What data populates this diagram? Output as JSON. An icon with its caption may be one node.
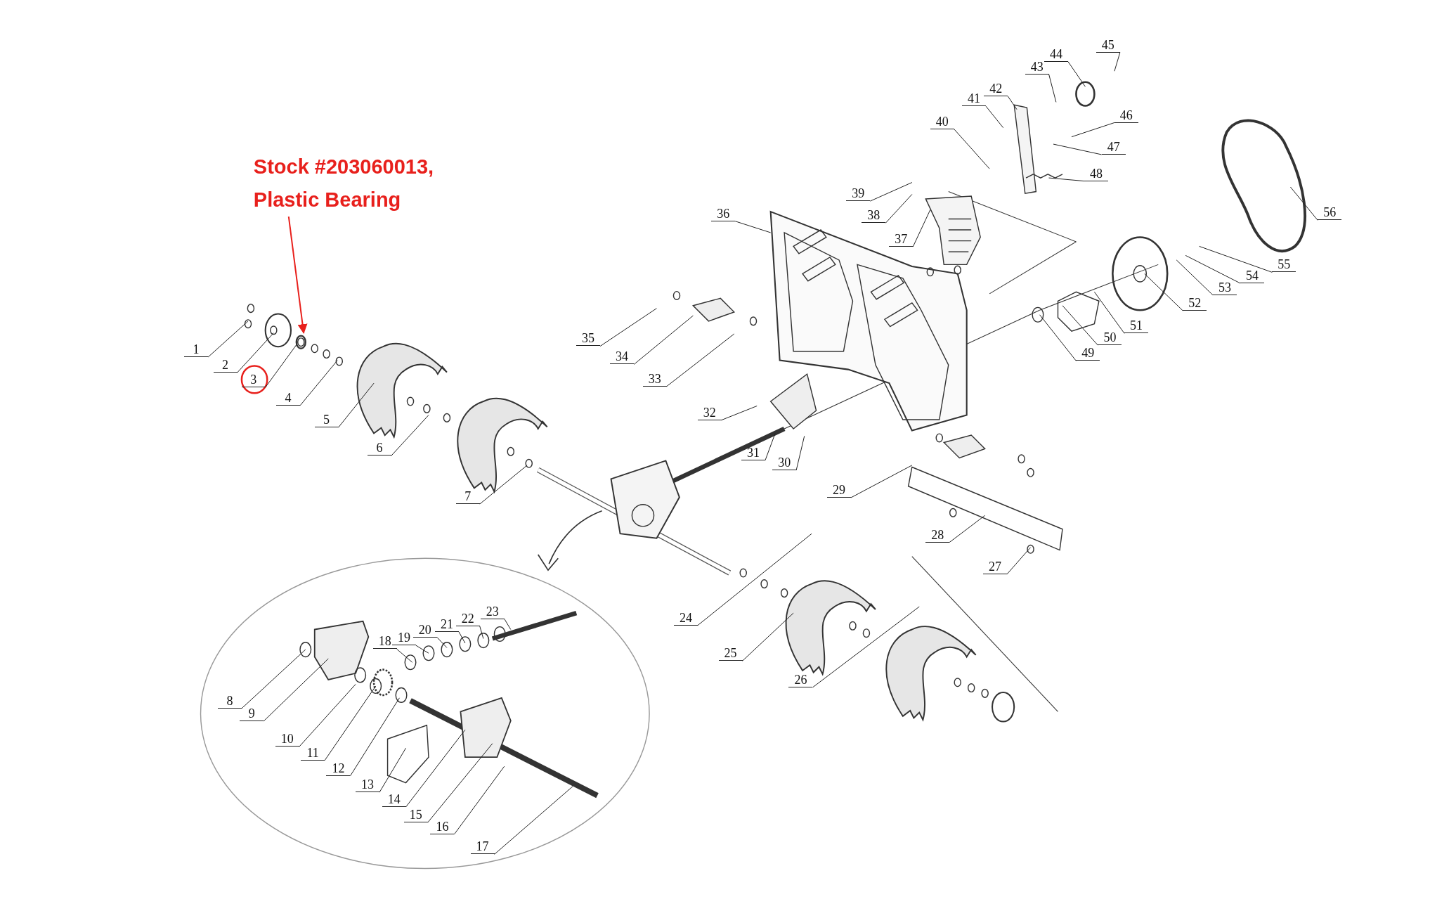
{
  "diagram": {
    "nodes": [
      {
        "text": [
          "1"
        ]
      },
      {
        "text": [
          "2"
        ]
      },
      {
        "text": [
          "3"
        ]
      },
      {
        "text": [
          "4"
        ]
      },
      {
        "text": [
          "5"
        ]
      },
      {
        "text": [
          "6"
        ]
      },
      {
        "text": [
          "7"
        ]
      },
      {
        "text": [
          "8"
        ]
      },
      {
        "text": [
          "9"
        ]
      },
      {
        "text": [
          "10"
        ]
      },
      {
        "text": [
          "11"
        ]
      },
      {
        "text": [
          "12"
        ]
      },
      {
        "text": [
          "13"
        ]
      },
      {
        "text": [
          "14"
        ]
      },
      {
        "text": [
          "15"
        ]
      },
      {
        "text": [
          "16"
        ]
      },
      {
        "text": [
          "17"
        ]
      },
      {
        "text": [
          "18"
        ]
      },
      {
        "text": [
          "19"
        ]
      },
      {
        "text": [
          "20"
        ]
      },
      {
        "text": [
          "21"
        ]
      },
      {
        "text": [
          "22"
        ]
      },
      {
        "text": [
          "23"
        ]
      },
      {
        "text": [
          "24"
        ]
      },
      {
        "text": [
          "25"
        ]
      },
      {
        "text": [
          "26"
        ]
      },
      {
        "text": [
          "27"
        ]
      },
      {
        "text": [
          "28"
        ]
      },
      {
        "text": [
          "29"
        ]
      },
      {
        "text": [
          "30"
        ]
      },
      {
        "text": [
          "31"
        ]
      },
      {
        "text": [
          "32"
        ]
      },
      {
        "text": [
          "33"
        ]
      },
      {
        "text": [
          "34"
        ]
      },
      {
        "text": [
          "35"
        ]
      },
      {
        "text": [
          "36"
        ]
      },
      {
        "text": [
          "37"
        ]
      },
      {
        "text": [
          "38"
        ]
      },
      {
        "text": [
          "39"
        ]
      },
      {
        "text": [
          "40"
        ]
      },
      {
        "text": [
          "41"
        ]
      },
      {
        "text": [
          "42"
        ]
      },
      {
        "text": [
          "43"
        ]
      },
      {
        "text": [
          "44"
        ]
      },
      {
        "text": [
          "45"
        ]
      },
      {
        "text": [
          "46"
        ]
      },
      {
        "text": [
          "47"
        ]
      },
      {
        "text": [
          "48"
        ]
      },
      {
        "text": [
          "49"
        ]
      },
      {
        "text": [
          "50"
        ]
      },
      {
        "text": [
          "51"
        ]
      },
      {
        "text": [
          "52"
        ]
      },
      {
        "text": [
          "53"
        ]
      },
      {
        "text": [
          "54"
        ]
      },
      {
        "text": [
          "55"
        ]
      },
      {
        "text": [
          "56"
        ]
      },
      {
        "text": [
          "Stock #203060013, Plastic Bearing"
        ]
      }
    ],
    "edges": [
      {
        "from": 0,
        "to": null,
        "arrow": "none"
      },
      {
        "from": 1,
        "to": null,
        "arrow": "none"
      },
      {
        "from": 2,
        "to": null,
        "arrow": "none"
      },
      {
        "from": 3,
        "to": null,
        "arrow": "none"
      },
      {
        "from": 4,
        "to": null,
        "arrow": "none"
      },
      {
        "from": 5,
        "to": null,
        "arrow": "none"
      },
      {
        "from": 6,
        "to": null,
        "arrow": "none"
      },
      {
        "from": 7,
        "to": null,
        "arrow": "none"
      },
      {
        "from": 8,
        "to": null,
        "arrow": "none"
      },
      {
        "from": 9,
        "to": null,
        "arrow": "none"
      },
      {
        "from": 10,
        "to": null,
        "arrow": "none"
      },
      {
        "from": 11,
        "to": null,
        "arrow": "none"
      },
      {
        "from": 12,
        "to": null,
        "arrow": "none"
      },
      {
        "from": 13,
        "to": null,
        "arrow": "none"
      },
      {
        "from": 14,
        "to": null,
        "arrow": "none"
      },
      {
        "from": 15,
        "to": null,
        "arrow": "none"
      },
      {
        "from": 16,
        "to": null,
        "arrow": "none"
      },
      {
        "from": 17,
        "to": null,
        "arrow": "none"
      },
      {
        "from": 18,
        "to": null,
        "arrow": "none"
      },
      {
        "from": 19,
        "to": null,
        "arrow": "none"
      },
      {
        "from": 20,
        "to": null,
        "arrow": "none"
      },
      {
        "from": 21,
        "to": null,
        "arrow": "none"
      },
      {
        "from": 22,
        "to": null,
        "arrow": "none"
      },
      {
        "from": 23,
        "to": null,
        "arrow": "none"
      },
      {
        "from": 24,
        "to": null,
        "arrow": "none"
      },
      {
        "from": 25,
        "to": null,
        "arrow": "none"
      },
      {
        "from": 26,
        "to": null,
        "arrow": "none"
      },
      {
        "from": 27,
        "to": null,
        "arrow": "none"
      },
      {
        "from": 28,
        "to": null,
        "arrow": "none"
      },
      {
        "from": 29,
        "to": null,
        "arrow": "none"
      },
      {
        "from": 30,
        "to": null,
        "arrow": "none"
      },
      {
        "from": 31,
        "to": null,
        "arrow": "none"
      },
      {
        "from": 32,
        "to": null,
        "arrow": "none"
      },
      {
        "from": 33,
        "to": null,
        "arrow": "none"
      },
      {
        "from": 34,
        "to": null,
        "arrow": "none"
      },
      {
        "from": 35,
        "to": null,
        "arrow": "none"
      },
      {
        "from": 36,
        "to": null,
        "arrow": "none"
      },
      {
        "from": 37,
        "to": null,
        "arrow": "none"
      },
      {
        "from": 38,
        "to": null,
        "arrow": "none"
      },
      {
        "from": 39,
        "to": null,
        "arrow": "none"
      },
      {
        "from": 40,
        "to": null,
        "arrow": "none"
      },
      {
        "from": 41,
        "to": null,
        "arrow": "none"
      },
      {
        "from": 42,
        "to": null,
        "arrow": "none"
      },
      {
        "from": 43,
        "to": null,
        "arrow": "none"
      },
      {
        "from": 44,
        "to": null,
        "arrow": "none"
      },
      {
        "from": 45,
        "to": null,
        "arrow": "none"
      },
      {
        "from": 46,
        "to": null,
        "arrow": "none"
      },
      {
        "from": 47,
        "to": null,
        "arrow": "none"
      },
      {
        "from": 48,
        "to": null,
        "arrow": "none"
      },
      {
        "from": 49,
        "to": null,
        "arrow": "none"
      },
      {
        "from": 50,
        "to": null,
        "arrow": "none"
      },
      {
        "from": 51,
        "to": null,
        "arrow": "none"
      },
      {
        "from": 52,
        "to": null,
        "arrow": "none"
      },
      {
        "from": 53,
        "to": null,
        "arrow": "none"
      },
      {
        "from": 54,
        "to": null,
        "arrow": "none"
      },
      {
        "from": 55,
        "to": null,
        "arrow": "none"
      },
      {
        "from": 56,
        "to": null,
        "arrow": "to",
        "color": "#e8201c"
      }
    ]
  }
}
